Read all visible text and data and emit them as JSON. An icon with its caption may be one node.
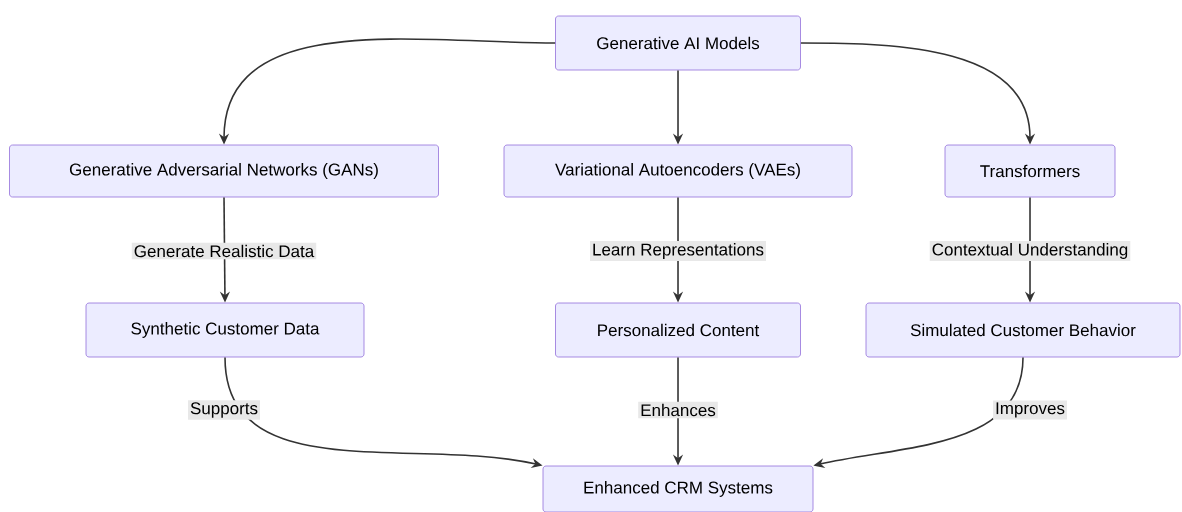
{
  "diagram": {
    "nodes": [
      {
        "text": [
          "Generative AI Models"
        ]
      },
      {
        "text": [
          "Generative Adversarial Networks (GANs)"
        ]
      },
      {
        "text": [
          "Variational Autoencoders (VAEs)"
        ]
      },
      {
        "text": [
          "Transformers"
        ]
      },
      {
        "text": [
          "Synthetic Customer Data"
        ]
      },
      {
        "text": [
          "Personalized Content"
        ]
      },
      {
        "text": [
          "Simulated Customer Behavior"
        ]
      },
      {
        "text": [
          "Enhanced CRM Systems"
        ]
      }
    ],
    "edges": [
      {
        "from": 0,
        "to": 1,
        "arrow": "to"
      },
      {
        "from": 0,
        "to": 2,
        "arrow": "to"
      },
      {
        "from": 0,
        "to": 3,
        "arrow": "to"
      },
      {
        "from": 1,
        "to": 4,
        "arrow": "to",
        "label": "Generate Realistic Data"
      },
      {
        "from": 2,
        "to": 5,
        "arrow": "to",
        "label": "Learn Representations"
      },
      {
        "from": 3,
        "to": 6,
        "arrow": "to",
        "label": "Contextual Understanding"
      },
      {
        "from": 4,
        "to": 7,
        "arrow": "to",
        "label": "Supports"
      },
      {
        "from": 5,
        "to": 7,
        "arrow": "to",
        "label": "Enhances"
      },
      {
        "from": 6,
        "to": 7,
        "arrow": "to",
        "label": "Improves"
      }
    ]
  }
}
